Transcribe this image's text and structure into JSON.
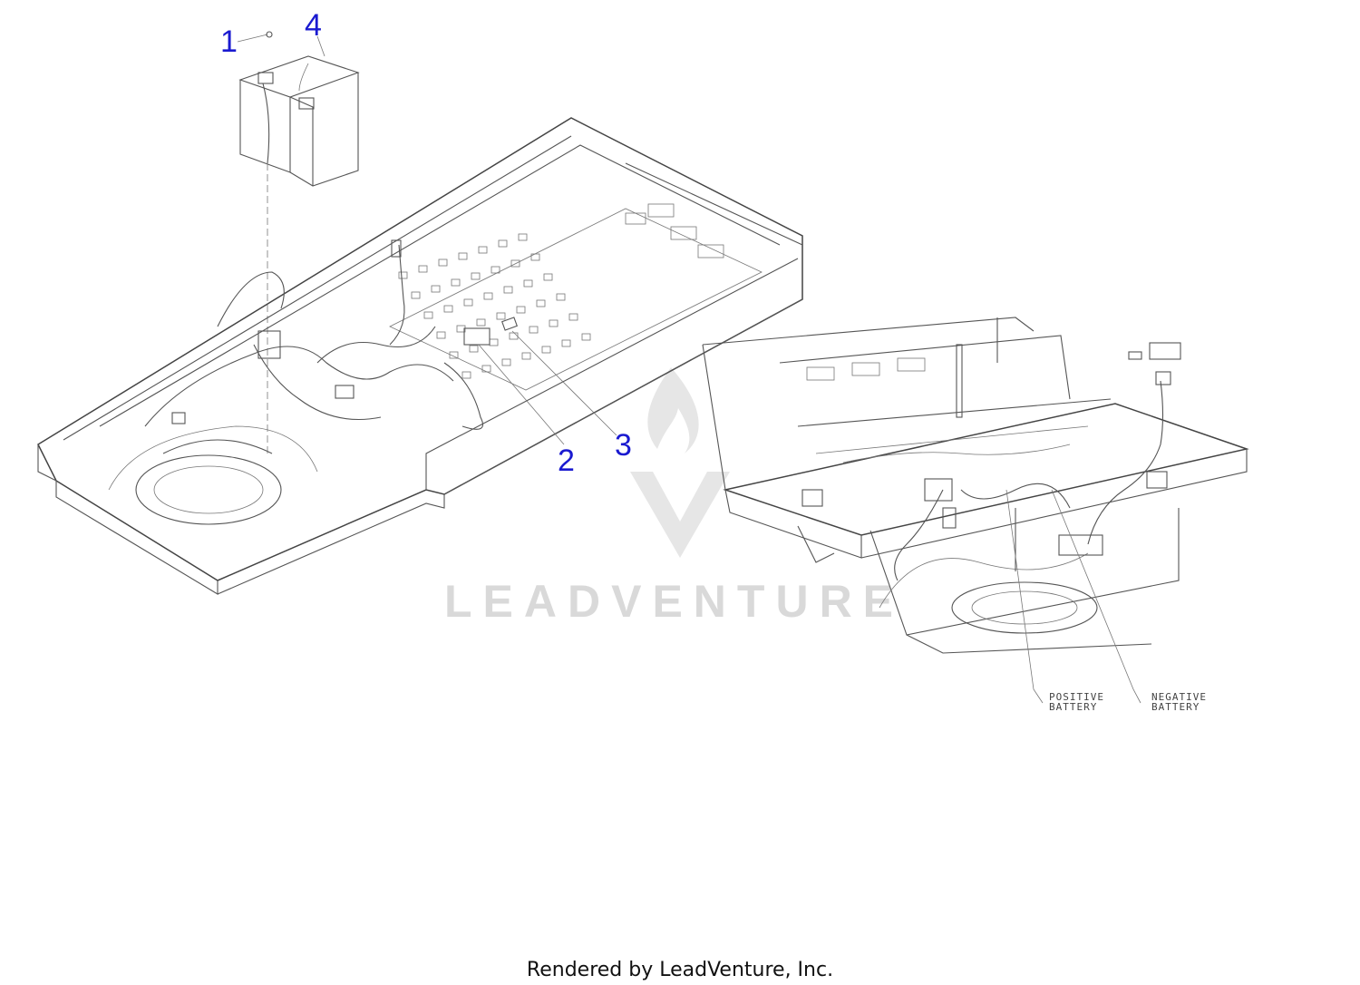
{
  "callouts": [
    {
      "id": "1",
      "text": "1"
    },
    {
      "id": "2",
      "text": "2"
    },
    {
      "id": "3",
      "text": "3"
    },
    {
      "id": "4",
      "text": "4"
    }
  ],
  "notes": {
    "positive": [
      "POSITIVE",
      "BATTERY"
    ],
    "negative": [
      "NEGATIVE",
      "BATTERY"
    ]
  },
  "watermark": "LEADVENTURE",
  "footer": "Rendered by LeadVenture, Inc.",
  "colors": {
    "callout": "#1a1ad0",
    "line": "#555555",
    "watermark": "#d9d9d9"
  }
}
